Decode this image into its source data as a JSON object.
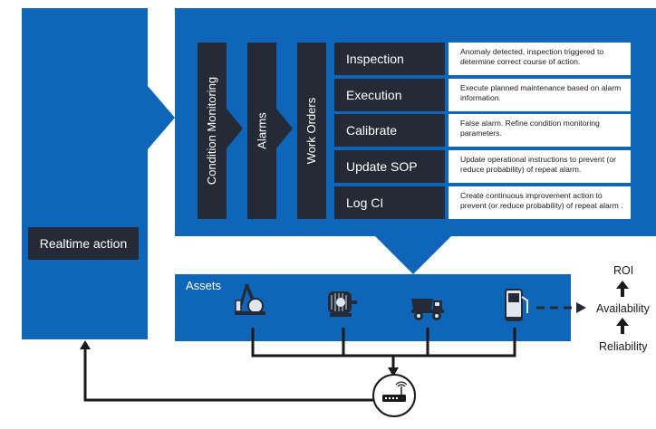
{
  "left": {
    "realtime_label": "Realtime action"
  },
  "flow": {
    "stages": [
      "Condition Monitoring",
      "Alarms",
      "Work Orders"
    ]
  },
  "actions": [
    {
      "label": "Inspection",
      "description": "Anomaly detected, inspection triggered to determine correct course of action."
    },
    {
      "label": "Execution",
      "description": "Execute planned maintenance based on alarm information."
    },
    {
      "label": "Calibrate",
      "description": "False alarm. Refine condition monitoring parameters."
    },
    {
      "label": "Update SOP",
      "description": "Update operational instructions to prevent (or reduce probability) of repeat alarm."
    },
    {
      "label": "Log CI",
      "description": "Create continuous improvement action to prevent (or reduce probability) of repeat alarm ."
    }
  ],
  "assets": {
    "label": "Assets",
    "icons": [
      "pump-jack-icon",
      "electric-motor-icon",
      "dump-truck-icon",
      "fuel-dispenser-icon"
    ]
  },
  "kpis": {
    "top": "ROI",
    "middle": "Availability",
    "bottom": "Reliability"
  },
  "colors": {
    "blue": "#0f65b7",
    "dark": "#252b36",
    "line": "#1a1a1a"
  }
}
